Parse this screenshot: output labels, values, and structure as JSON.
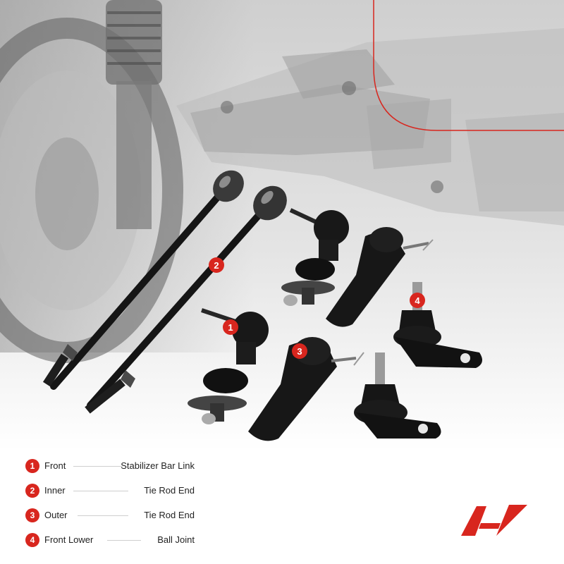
{
  "legend": [
    {
      "num": "1",
      "label": "Front",
      "value": "Stabilizer Bar Link"
    },
    {
      "num": "2",
      "label": "Inner",
      "value": "Tie Rod End"
    },
    {
      "num": "3",
      "label": "Outer",
      "value": "Tie Rod End"
    },
    {
      "num": "4",
      "label": "Front Lower",
      "value": "Ball Joint"
    }
  ],
  "callouts": [
    "1",
    "2",
    "3",
    "4"
  ],
  "colors": {
    "accent": "#d8261e",
    "part": "#141414",
    "background_photo": "#d9d9d9"
  },
  "logo": "A-Premium brand logo"
}
